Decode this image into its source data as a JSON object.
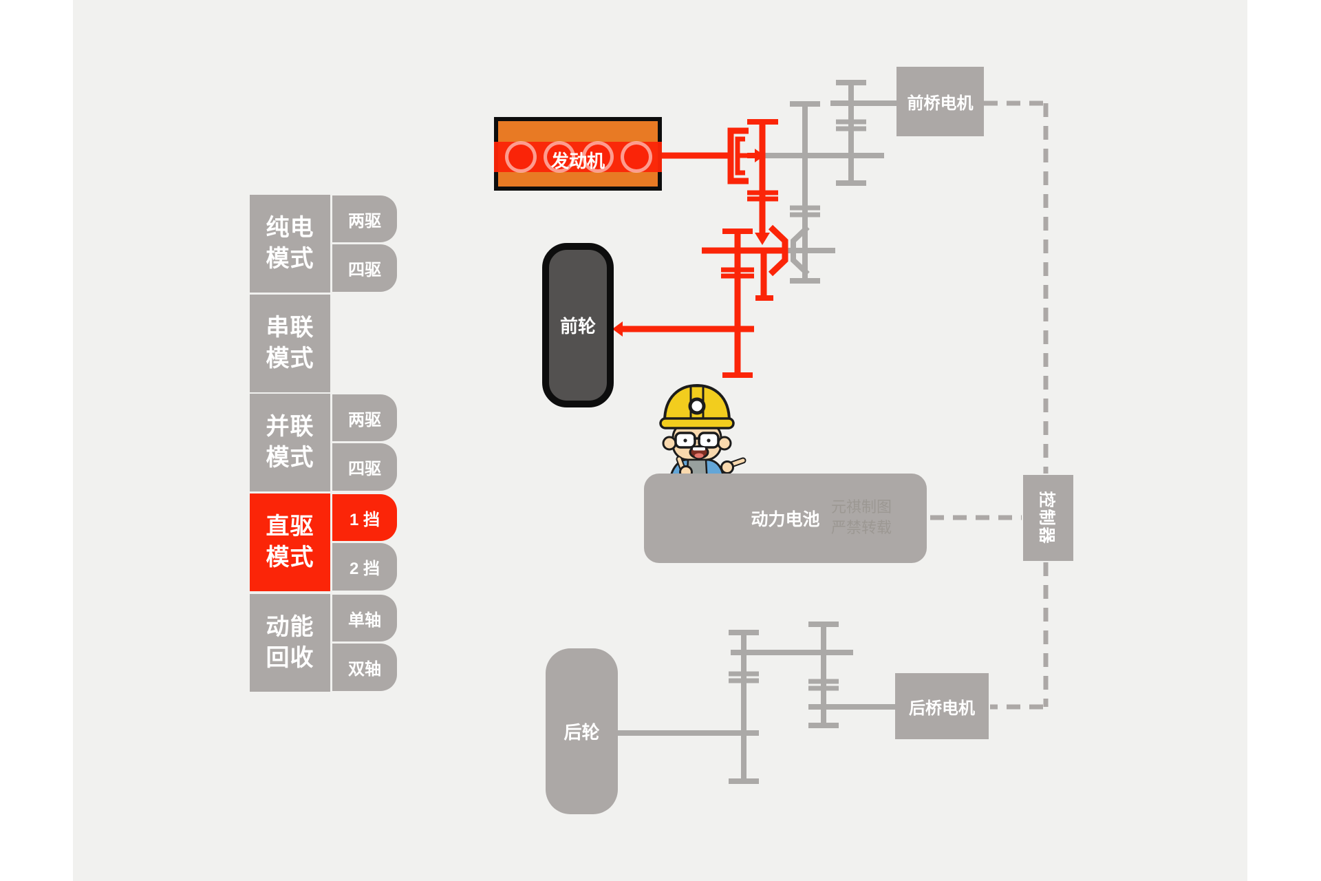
{
  "colors": {
    "accent_red": "#FB2508",
    "box_gray": "#ACA8A6",
    "line_gray": "#ABA9A7",
    "engine_orange": "#E87A24",
    "wheel_dark": "#535150",
    "canvas_bg": "#F1F1EF",
    "watermark_gray": "#9C9893"
  },
  "sidebar": {
    "rows": [
      {
        "line1": "纯电",
        "line2": "模式",
        "sub1": "两驱",
        "sub2": "四驱"
      },
      {
        "line1": "串联",
        "line2": "模式"
      },
      {
        "line1": "并联",
        "line2": "模式",
        "sub1": "两驱",
        "sub2": "四驱"
      },
      {
        "line1": "直驱",
        "line2": "模式",
        "sub1": "1 挡",
        "sub2": "2 挡"
      },
      {
        "line1": "动能",
        "line2": "回收",
        "sub1": "单轴",
        "sub2": "双轴"
      }
    ],
    "active_row": "直驱模式",
    "active_sub": "1 挡"
  },
  "diagram": {
    "engine_label": "发动机",
    "front_motor_label": "前桥电机",
    "front_wheel_label": "前轮",
    "rear_wheel_label": "后轮",
    "rear_motor_label": "后桥电机",
    "battery_label": "动力电池",
    "controller_label": "控制器",
    "watermark_line1": "元祺制图",
    "watermark_line2": "严禁转载"
  }
}
